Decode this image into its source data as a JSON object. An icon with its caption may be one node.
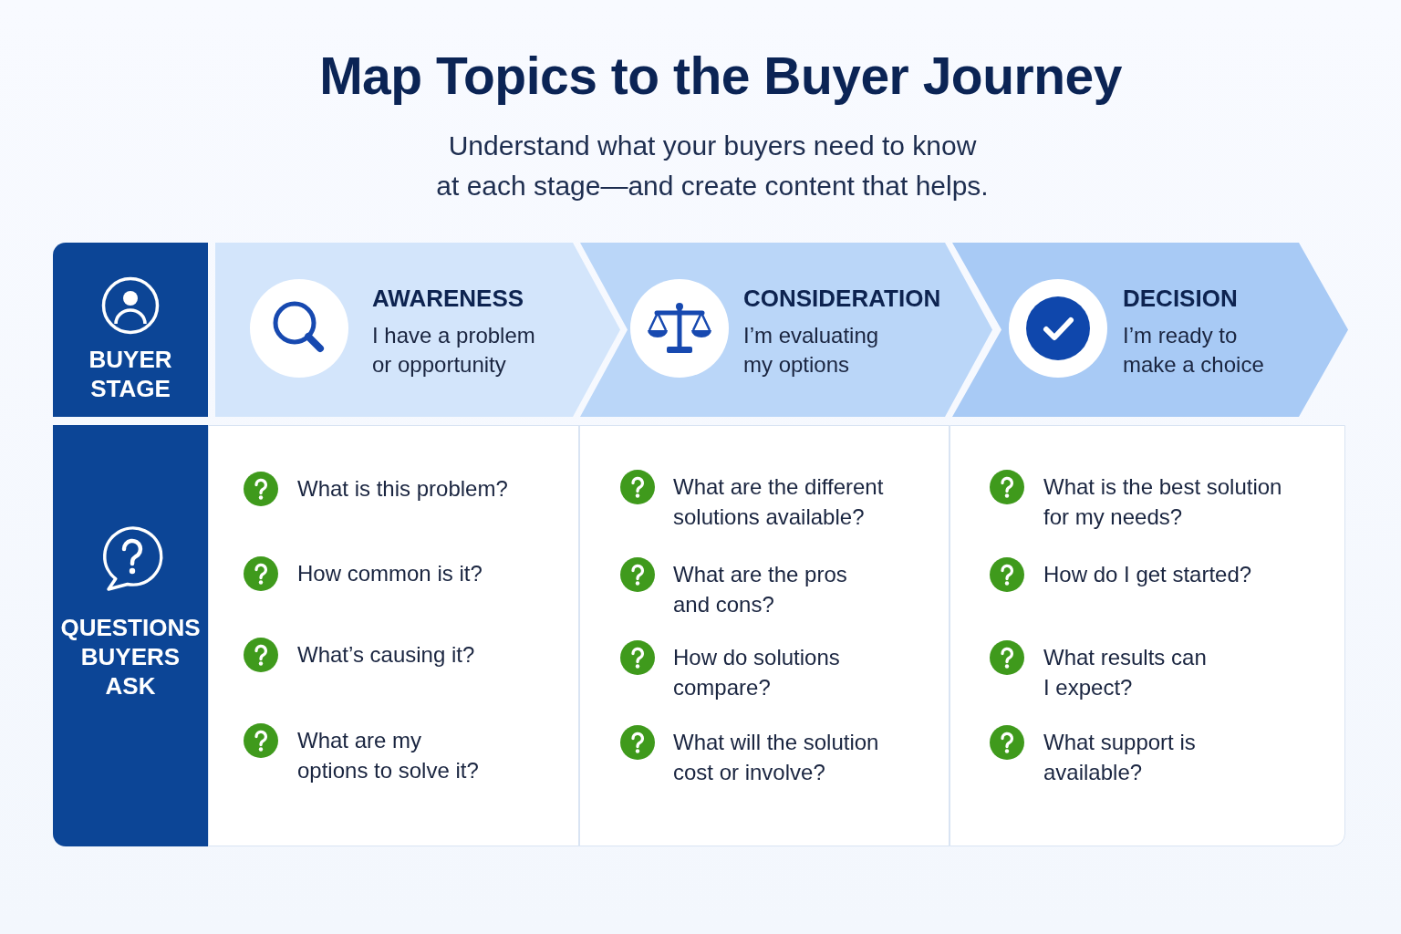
{
  "diagram": {
    "title": "Map Topics to the Buyer Journey",
    "nodes": [
      {
        "text": [
          "BUYER STAGE"
        ]
      },
      {
        "text": [
          "AWARENESS",
          "I have a problem or opportunity"
        ]
      },
      {
        "text": [
          "CONSIDERATION",
          "I’m evaluating my options"
        ]
      },
      {
        "text": [
          "DECISION",
          "I’m ready to make a choice"
        ]
      },
      {
        "text": [
          "QUESTIONS BUYERS ASK"
        ]
      },
      {
        "text": [
          "What is this problem?",
          "How common is it?",
          "What’s causing it?",
          "What are my options to solve it?"
        ]
      },
      {
        "text": [
          "What are the different solutions available?",
          "What are the pros and cons?",
          "How do solutions compare?",
          "What will the solution cost or involve?"
        ]
      },
      {
        "text": [
          "What is the best solution for my needs?",
          "How do I get started?",
          "What results can I expect?",
          "What support is available?"
        ]
      }
    ],
    "labels": [
      "Understand what your buyers need to know at each stage—and create content that helps."
    ]
  }
}
